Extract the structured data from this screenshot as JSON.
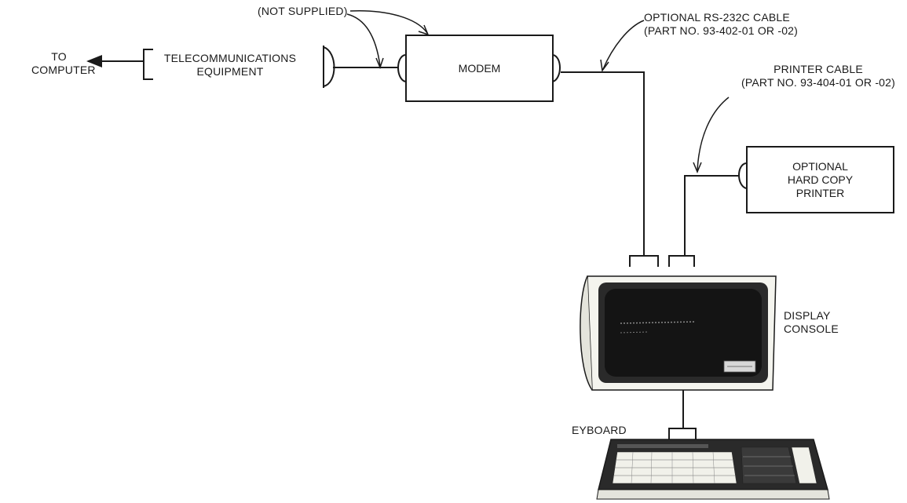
{
  "labels": {
    "to_computer": [
      "TO",
      "COMPUTER"
    ],
    "telecom": [
      "TELECOMMUNICATIONS",
      "EQUIPMENT"
    ],
    "not_supplied": "(NOT SUPPLIED)",
    "modem": "MODEM",
    "rs232": [
      "OPTIONAL RS-232C CABLE",
      "(PART NO. 93-402-01 OR -02)"
    ],
    "printer_cable": [
      "PRINTER CABLE",
      "(PART NO. 93-404-01 OR -02)"
    ],
    "printer": [
      "OPTIONAL",
      "HARD COPY",
      "PRINTER"
    ],
    "display": [
      "DISPLAY",
      "CONSOLE"
    ],
    "keyboard": "EYBOARD"
  },
  "colors": {
    "ink": "#1a1a1a",
    "screen": "#141414",
    "bezel": "#2a2a2a",
    "casing": "#f4f4ee"
  }
}
